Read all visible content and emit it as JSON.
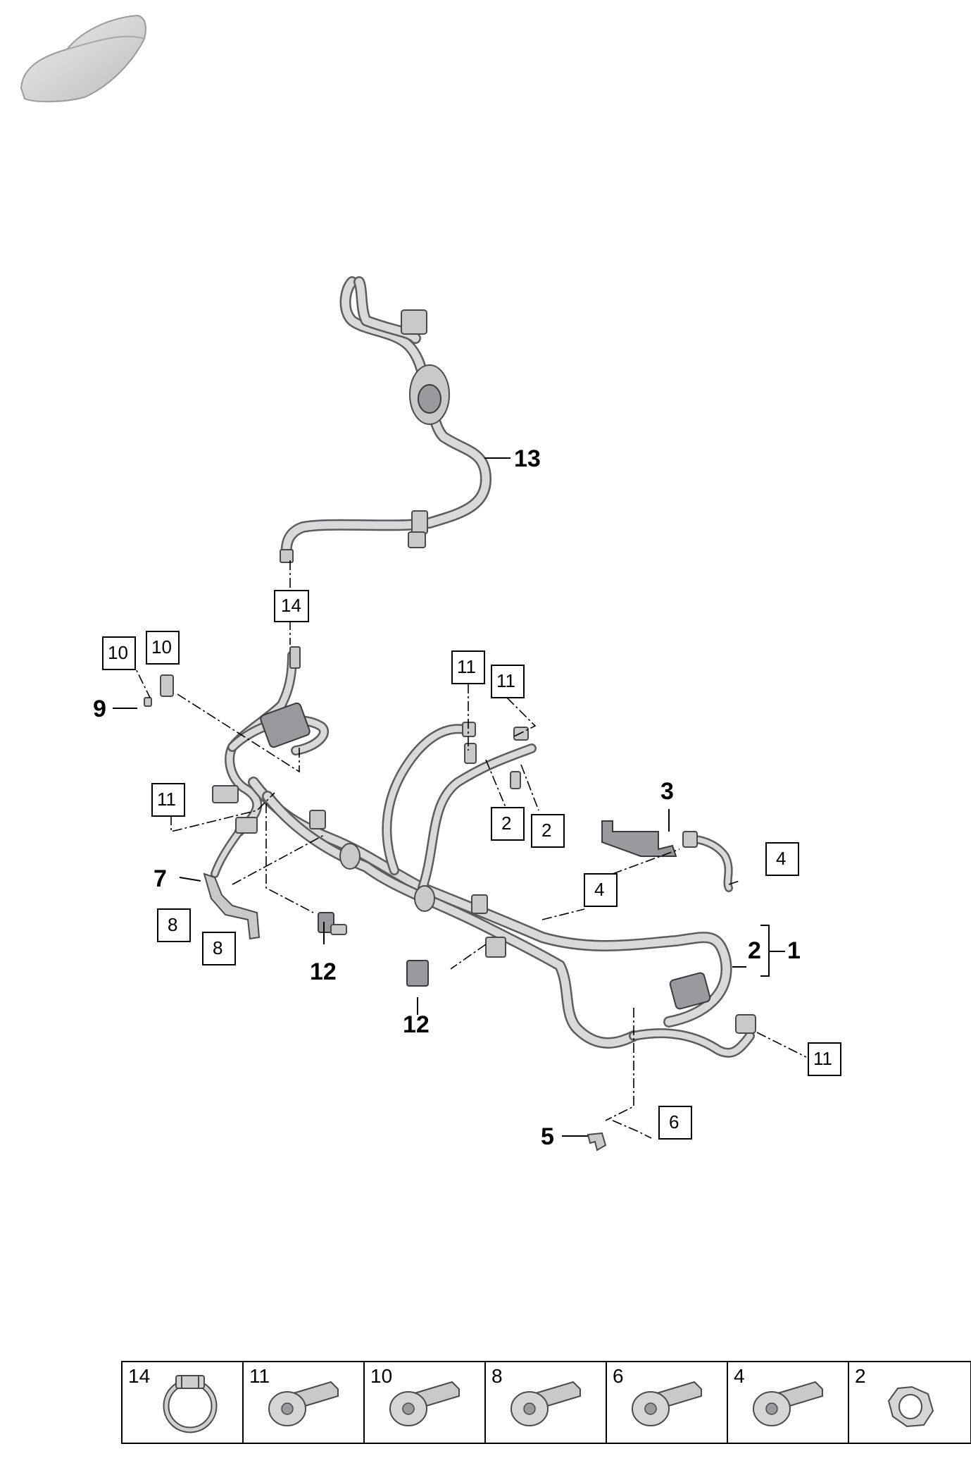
{
  "callouts": {
    "bold": [
      "13",
      "9",
      "3",
      "7",
      "2",
      "1",
      "12",
      "12",
      "5"
    ],
    "boxed": [
      "14",
      "10",
      "10",
      "11",
      "11",
      "11",
      "2",
      "2",
      "4",
      "4",
      "8",
      "8",
      "11",
      "6"
    ]
  },
  "legend": [
    "14",
    "11",
    "10",
    "8",
    "6",
    "4",
    "2"
  ],
  "colors": {
    "pipe": "#d9d9dc",
    "outline": "#5c5c5c",
    "text": "#000000"
  },
  "icons": [
    "car-silhouette-icon",
    "hose-clamp-icon",
    "bolt-icon",
    "nut-icon"
  ]
}
